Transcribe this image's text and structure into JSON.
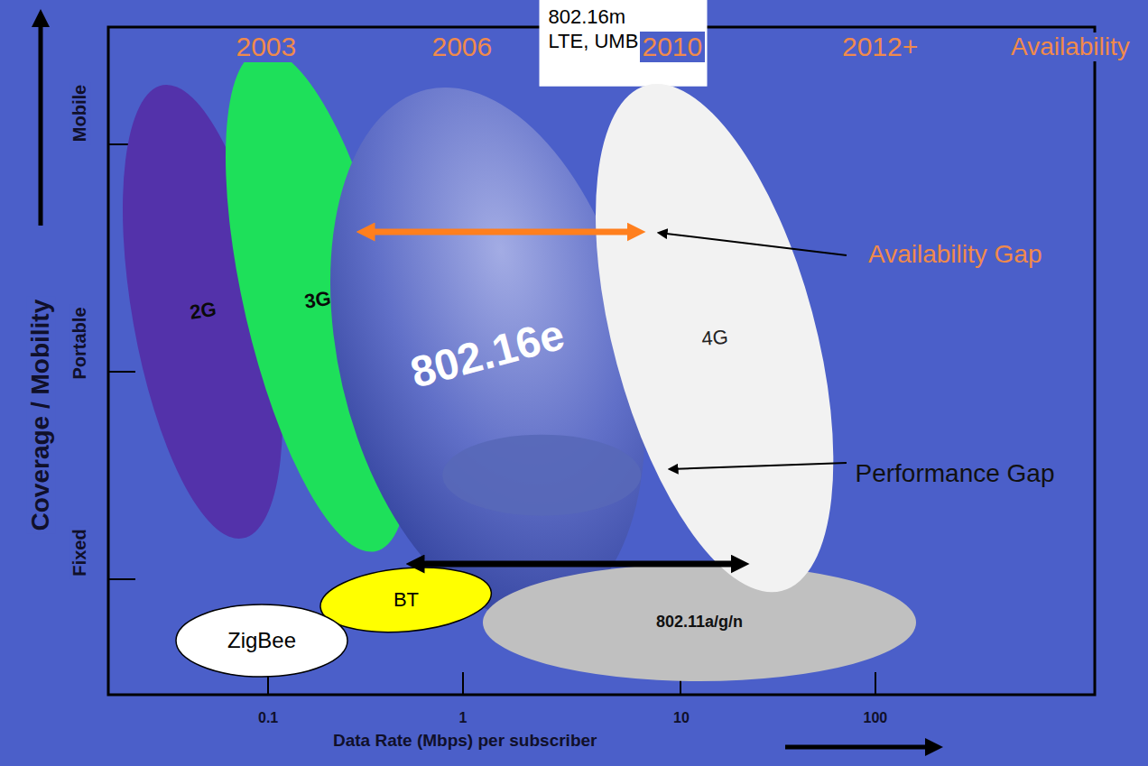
{
  "diagram": {
    "nodes": [
      {
        "text": [
          "802.16m LTE, UMB"
        ]
      },
      {
        "text": [
          "2G"
        ]
      },
      {
        "text": [
          "3G"
        ]
      },
      {
        "text": [
          "802.16e"
        ]
      },
      {
        "text": [
          "802.11a/g/n"
        ]
      },
      {
        "text": [
          "4G"
        ]
      },
      {
        "text": [
          "BT"
        ]
      },
      {
        "text": [
          "ZigBee"
        ]
      }
    ],
    "labels": [
      "2003",
      "2006",
      "2010",
      "2012+",
      "Availability",
      "Availability Gap",
      "Performance Gap",
      "Mobile",
      "Portable",
      "Fixed",
      "Coverage / Mobility",
      "0.1",
      "1",
      "10",
      "100",
      "Data Rate (Mbps) per subscriber"
    ]
  }
}
